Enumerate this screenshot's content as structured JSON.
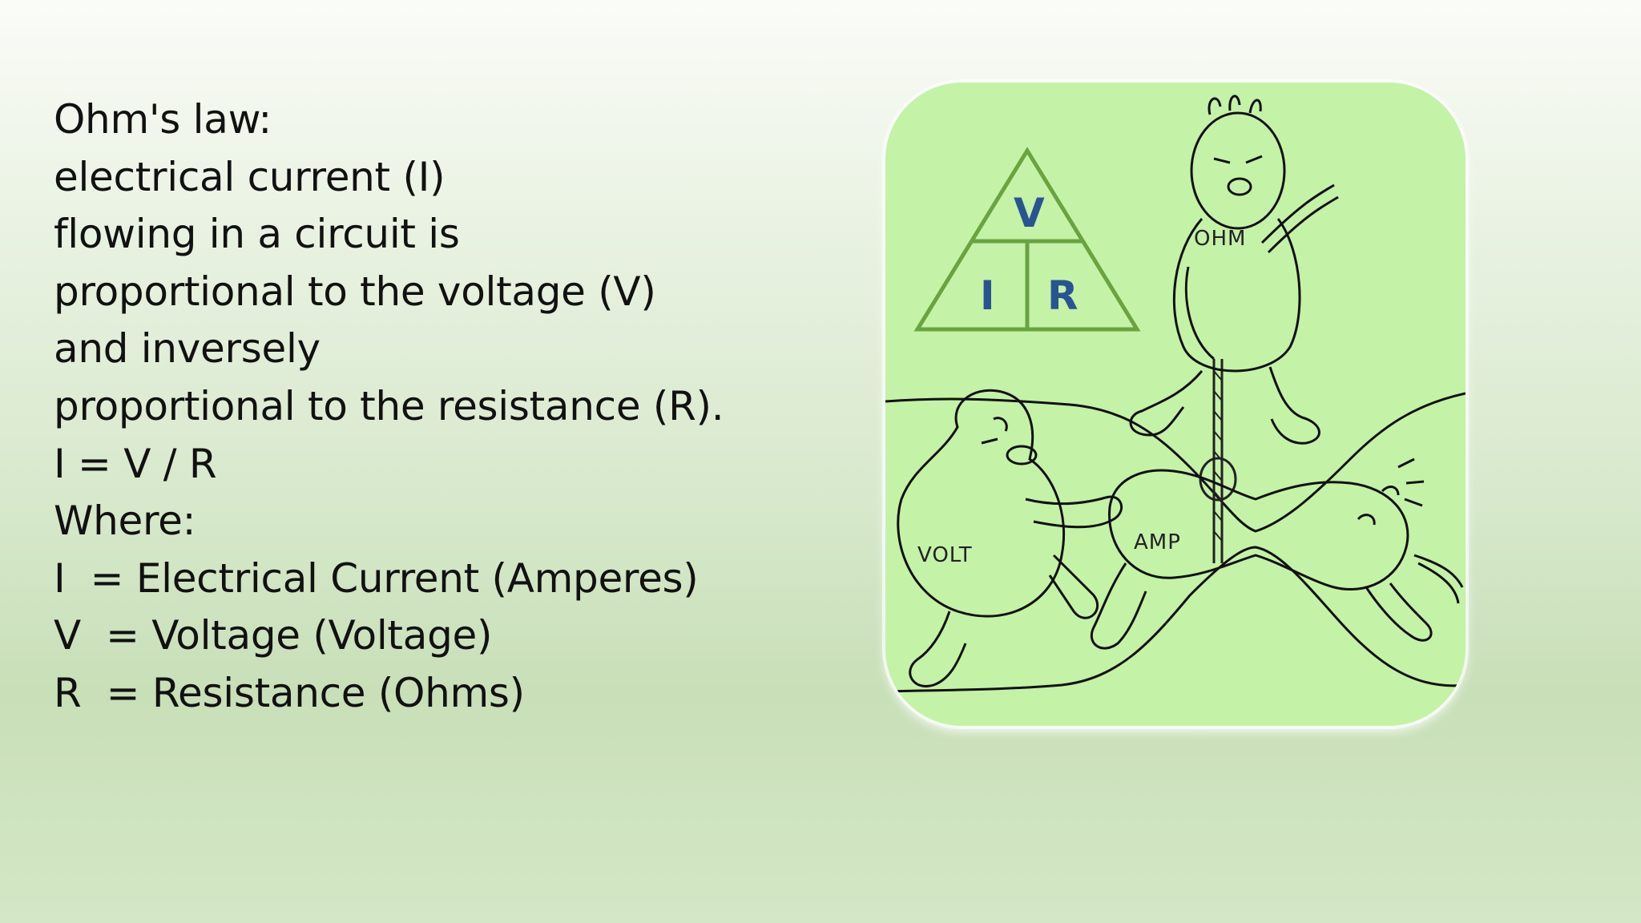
{
  "lines": [
    "Ohm's law:",
    "electrical current (I)",
    "flowing in a circuit is",
    "proportional to the voltage (V)",
    "and inversely",
    "proportional to the resistance (R).",
    "I = V / R",
    "Where:",
    "I  = Electrical Current (Amperes)",
    "V  = Voltage (Voltage)",
    "R  = Resistance (Ohms)"
  ],
  "triangle": {
    "top": "V",
    "bottom_left": "I",
    "bottom_right": "R",
    "stroke_color": "#6aa33f",
    "label_color": "#2a5491"
  },
  "cartoon": {
    "labels": {
      "ohm": "OHM",
      "volt": "VOLT",
      "amp": "AMP"
    },
    "card_color": "#c4f2a7"
  }
}
